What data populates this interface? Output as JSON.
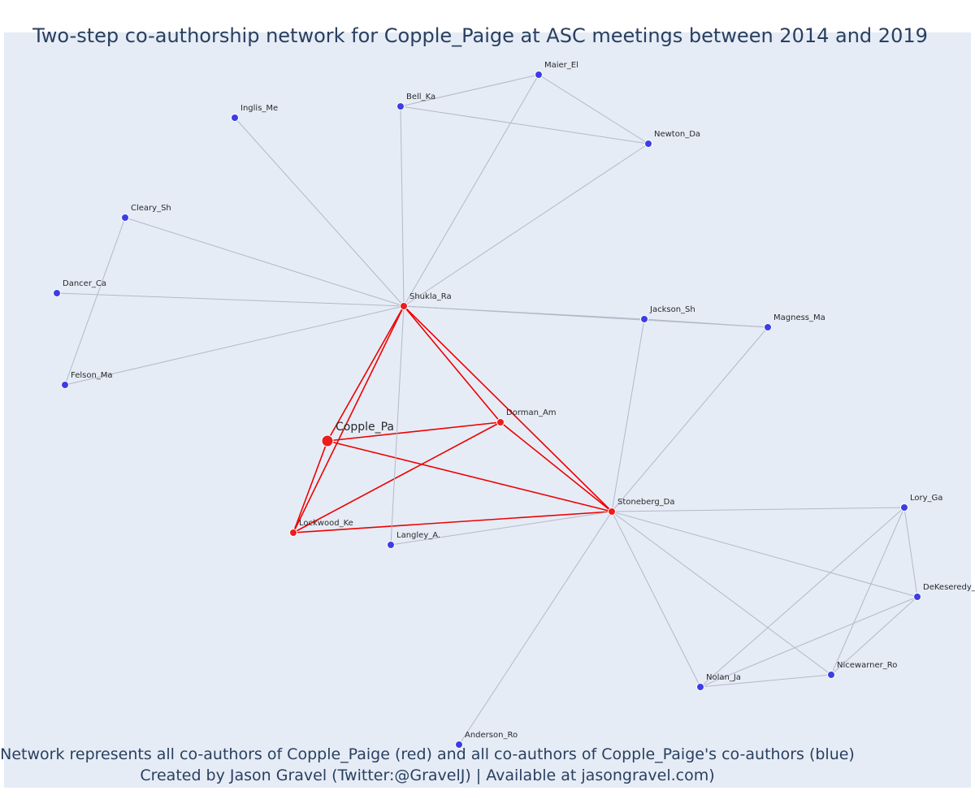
{
  "title": "Two-step co-authorship network for Copple_Paige at ASC meetings between 2014 and 2019",
  "footer": {
    "line1": "Network represents all co-authors of Copple_Paige (red) and all co-authors of Copple_Paige's co-authors (blue)",
    "line2": "Created by Jason Gravel (Twitter:@GravelJ) | Available at jasongravel.com)"
  },
  "colors": {
    "first_step": "#ee1c1c",
    "second_step": "#3d3de6",
    "edge_first": "#ee0000",
    "edge_second": "#b4b8c8",
    "background": "#e5ecf6"
  },
  "nodes": [
    {
      "id": "Copple_Pa",
      "group": "ego"
    },
    {
      "id": "Shukla_Ra",
      "group": "first"
    },
    {
      "id": "Dorman_Am",
      "group": "first"
    },
    {
      "id": "Stoneberg_Da",
      "group": "first"
    },
    {
      "id": "Lockwood_Ke",
      "group": "first"
    },
    {
      "id": "Maier_El",
      "group": "second"
    },
    {
      "id": "Bell_Ka",
      "group": "second"
    },
    {
      "id": "Newton_Da",
      "group": "second"
    },
    {
      "id": "Inglis_Me",
      "group": "second"
    },
    {
      "id": "Cleary_Sh",
      "group": "second"
    },
    {
      "id": "Dancer_Ca",
      "group": "second"
    },
    {
      "id": "Felson_Ma",
      "group": "second"
    },
    {
      "id": "Jackson_Sh",
      "group": "second"
    },
    {
      "id": "Magness_Ma",
      "group": "second"
    },
    {
      "id": "Langley_A.",
      "group": "second"
    },
    {
      "id": "Lory_Ga",
      "group": "second"
    },
    {
      "id": "DeKeseredy_",
      "group": "second"
    },
    {
      "id": "Nicewarner_Ro",
      "group": "second"
    },
    {
      "id": "Nolan_Ja",
      "group": "second"
    },
    {
      "id": "Anderson_Ro",
      "group": "second"
    }
  ],
  "edges": [
    [
      "Copple_Pa",
      "Shukla_Ra"
    ],
    [
      "Copple_Pa",
      "Dorman_Am"
    ],
    [
      "Copple_Pa",
      "Stoneberg_Da"
    ],
    [
      "Copple_Pa",
      "Lockwood_Ke"
    ],
    [
      "Shukla_Ra",
      "Dorman_Am"
    ],
    [
      "Shukla_Ra",
      "Stoneberg_Da"
    ],
    [
      "Shukla_Ra",
      "Lockwood_Ke"
    ],
    [
      "Dorman_Am",
      "Stoneberg_Da"
    ],
    [
      "Dorman_Am",
      "Lockwood_Ke"
    ],
    [
      "Stoneberg_Da",
      "Lockwood_Ke"
    ],
    [
      "Bell_Ka",
      "Maier_El"
    ],
    [
      "Bell_Ka",
      "Newton_Da"
    ],
    [
      "Maier_El",
      "Newton_Da"
    ],
    [
      "Shukla_Ra",
      "Bell_Ka"
    ],
    [
      "Shukla_Ra",
      "Maier_El"
    ],
    [
      "Shukla_Ra",
      "Newton_Da"
    ],
    [
      "Shukla_Ra",
      "Inglis_Me"
    ],
    [
      "Shukla_Ra",
      "Cleary_Sh"
    ],
    [
      "Shukla_Ra",
      "Dancer_Ca"
    ],
    [
      "Shukla_Ra",
      "Felson_Ma"
    ],
    [
      "Cleary_Sh",
      "Felson_Ma"
    ],
    [
      "Shukla_Ra",
      "Jackson_Sh"
    ],
    [
      "Shukla_Ra",
      "Magness_Ma"
    ],
    [
      "Jackson_Sh",
      "Magness_Ma"
    ],
    [
      "Shukla_Ra",
      "Langley_A."
    ],
    [
      "Stoneberg_Da",
      "Jackson_Sh"
    ],
    [
      "Stoneberg_Da",
      "Magness_Ma"
    ],
    [
      "Stoneberg_Da",
      "Langley_A."
    ],
    [
      "Stoneberg_Da",
      "Lory_Ga"
    ],
    [
      "Stoneberg_Da",
      "DeKeseredy_"
    ],
    [
      "Stoneberg_Da",
      "Nicewarner_Ro"
    ],
    [
      "Stoneberg_Da",
      "Nolan_Ja"
    ],
    [
      "Stoneberg_Da",
      "Anderson_Ro"
    ],
    [
      "Lory_Ga",
      "DeKeseredy_"
    ],
    [
      "Lory_Ga",
      "Nicewarner_Ro"
    ],
    [
      "Lory_Ga",
      "Nolan_Ja"
    ],
    [
      "DeKeseredy_",
      "Nicewarner_Ro"
    ],
    [
      "DeKeseredy_",
      "Nolan_Ja"
    ],
    [
      "Nicewarner_Ro",
      "Nolan_Ja"
    ]
  ]
}
